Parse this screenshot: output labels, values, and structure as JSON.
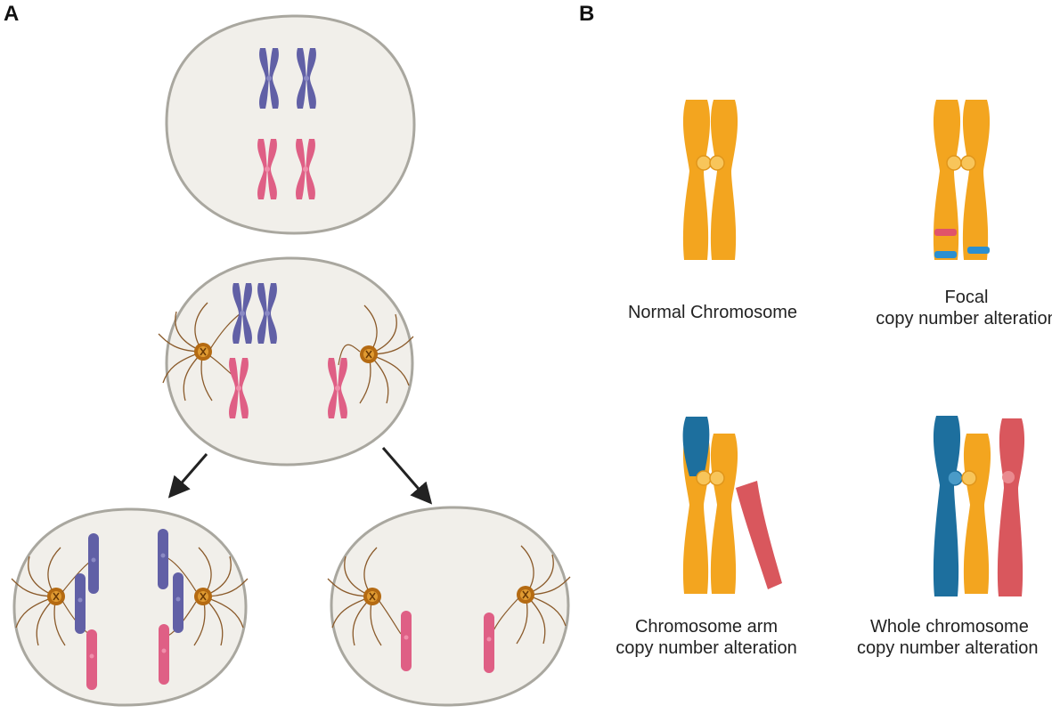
{
  "panels": {
    "a": {
      "letter": "A"
    },
    "b": {
      "letter": "B",
      "captions": {
        "normal": {
          "line1": "Normal Chromosome"
        },
        "focal": {
          "line1": "Focal",
          "line2": "copy number alteration"
        },
        "arm": {
          "line1": "Chromosome arm",
          "line2": "copy number alteration"
        },
        "whole": {
          "line1": "Whole chromosome",
          "line2": "copy number alteration"
        }
      }
    }
  },
  "colors": {
    "cell_fill": "#f1efea",
    "cell_stroke": "#a9a79f",
    "blue_chromosome": "#6160a6",
    "pink_chromosome": "#df5f85",
    "orange_chromosome": "#f3a51f",
    "teal_chromosome": "#1d6f9e",
    "red_chromosome": "#d9575d",
    "centrosome": "#b46a12",
    "spindle": "#8a5a2a",
    "arrow": "#222222"
  }
}
